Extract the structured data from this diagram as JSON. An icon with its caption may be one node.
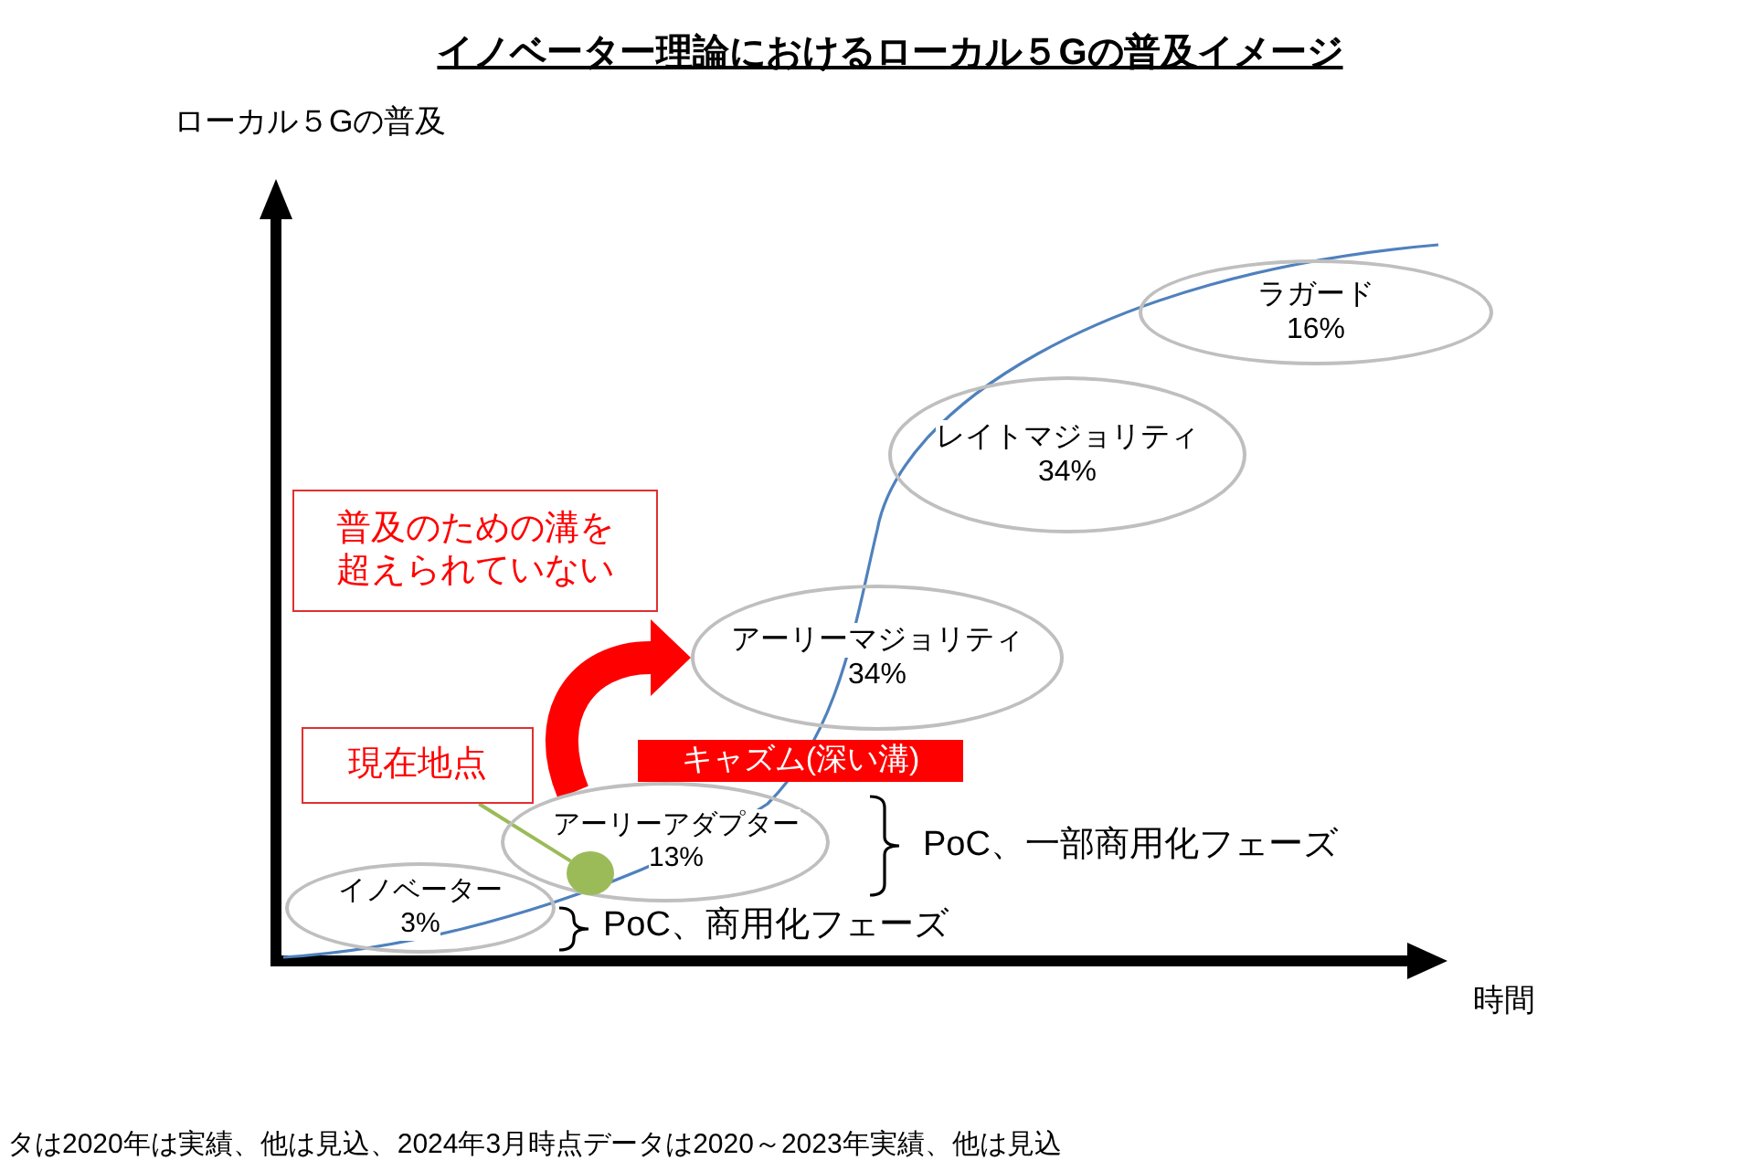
{
  "diagram": {
    "title": "イノベーター理論におけるローカル５Gの普及イメージ",
    "nodes": [
      {
        "text": [
          "ラガード",
          "16%"
        ]
      },
      {
        "text": [
          "レイトマジョリティ",
          "34%"
        ]
      },
      {
        "text": [
          "普及のための溝を超えられていない"
        ]
      },
      {
        "text": [
          "アーリーマジョリティ",
          "34%"
        ]
      },
      {
        "text": [
          "現在地点"
        ]
      },
      {
        "text": [
          "キャズム(深い溝)"
        ]
      },
      {
        "text": [
          "アーリーアダプター",
          "13%"
        ]
      },
      {
        "text": [],
        "shape": "circle",
        "in": 6
      },
      {
        "text": [
          "イノベーター",
          "3%"
        ]
      }
    ],
    "edges": [
      {
        "from": 4,
        "to": 7,
        "arrow": "none",
        "color": "#9bbb59"
      },
      {
        "from": 6,
        "to": 3,
        "arrow": "to",
        "style": "thick",
        "color": "#ff0000"
      }
    ],
    "labels": [
      "ローカル５Gの普及",
      "PoC、一部商用化フェーズ",
      "PoC、商用化フェーズ",
      "時間",
      "タは2020年は実績、他は見込、2024年3月時点データは2020～2023年実績、他は見込"
    ]
  }
}
